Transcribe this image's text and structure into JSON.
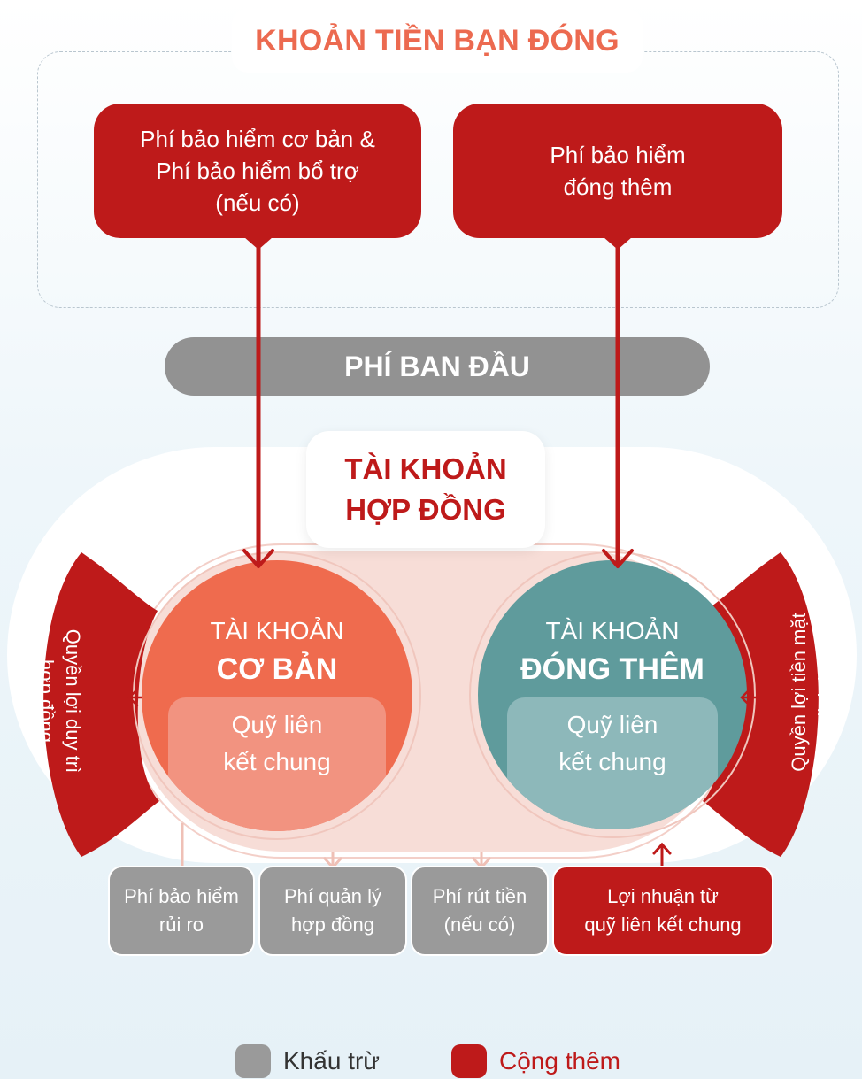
{
  "header": {
    "title": "KHOẢN TIỀN BẠN ĐÓNG"
  },
  "payments": {
    "basic": "Phí bảo hiểm cơ bản &\nPhí bảo hiểm bổ trợ\n(nếu có)",
    "additional": "Phí bảo hiểm\nđóng thêm"
  },
  "initial_fee": "PHÍ BAN ĐẦU",
  "contract_account": {
    "line1": "TÀI KHOẢN",
    "line2": "HỢP ĐỒNG"
  },
  "accounts": {
    "basic": {
      "label": "TÀI KHOẢN",
      "name": "CƠ BẢN",
      "fund": "Quỹ liên\nkết chung"
    },
    "additional": {
      "label": "TÀI KHOẢN",
      "name": "ĐÓNG THÊM",
      "fund": "Quỹ liên\nkết chung"
    }
  },
  "benefits": {
    "left": "Quyền lợi duy trì\nhợp đồng",
    "right": "Quyền lợi tiền mặt\nđịnh kỳ"
  },
  "deductions": [
    {
      "label": "Phí bảo hiểm\nrủi ro"
    },
    {
      "label": "Phí quản lý\nhợp đồng"
    },
    {
      "label": "Phí rút tiền\n(nếu có)"
    }
  ],
  "addition": {
    "label": "Lợi nhuận từ\nquỹ liên kết chung"
  },
  "legend": [
    {
      "label": "Khấu trừ",
      "color": "#9a9a9a"
    },
    {
      "label": "Cộng thêm",
      "color": "#be1a1a"
    }
  ],
  "colors": {
    "red": "#be1a1a",
    "coral": "#ef6b4e",
    "teal": "#5f9b9c",
    "gray": "#929292",
    "title": "#ec6a50"
  }
}
